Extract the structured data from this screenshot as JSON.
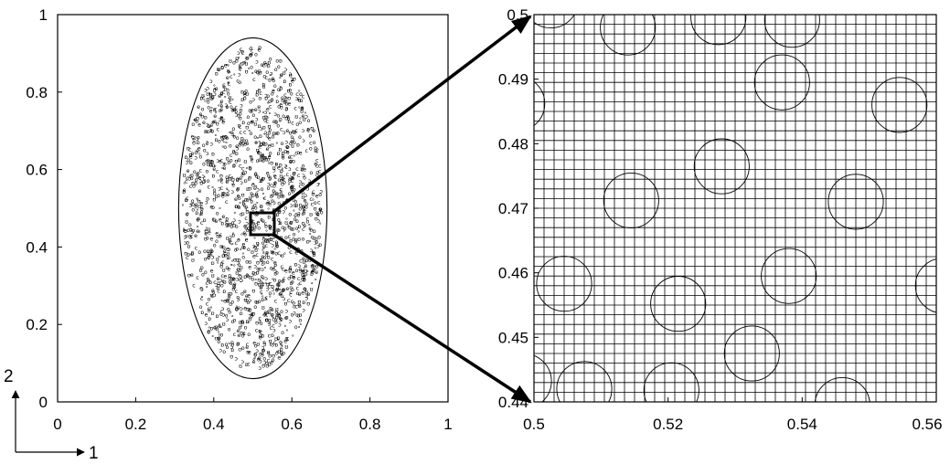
{
  "left_panel": {
    "xticks": [
      "0",
      "0.2",
      "0.4",
      "0.6",
      "0.8",
      "1"
    ],
    "yticks": [
      "0",
      "0.2",
      "0.4",
      "0.6",
      "0.8",
      "1"
    ],
    "xlim": [
      0,
      1
    ],
    "ylim": [
      0,
      1
    ],
    "ellipse": {
      "cx": 0.5,
      "cy": 0.5,
      "rx": 0.19,
      "ry": 0.44
    },
    "zoom_box": {
      "x0": 0.5,
      "x1": 0.56,
      "y0": 0.44,
      "y1": 0.5
    }
  },
  "right_panel": {
    "xticks": [
      "0.5",
      "0.52",
      "0.54",
      "0.56"
    ],
    "yticks": [
      "0.44",
      "0.45",
      "0.46",
      "0.47",
      "0.48",
      "0.49",
      "0.5"
    ],
    "xlim": [
      0.5,
      0.56
    ],
    "ylim": [
      0.44,
      0.5
    ],
    "grid_cells": 40,
    "inclusion_radius": 0.0041,
    "inclusions": [
      [
        0.5025,
        0.5022
      ],
      [
        0.514,
        0.498
      ],
      [
        0.5275,
        0.4996
      ],
      [
        0.5385,
        0.4992
      ],
      [
        0.4975,
        0.4862
      ],
      [
        0.537,
        0.4895
      ],
      [
        0.5545,
        0.486
      ],
      [
        0.528,
        0.4765
      ],
      [
        0.5145,
        0.4712
      ],
      [
        0.548,
        0.471
      ],
      [
        0.5045,
        0.4583
      ],
      [
        0.5215,
        0.4552
      ],
      [
        0.538,
        0.4595
      ],
      [
        0.561,
        0.458
      ],
      [
        0.4985,
        0.4432
      ],
      [
        0.5075,
        0.442
      ],
      [
        0.5205,
        0.4418
      ],
      [
        0.5325,
        0.4475
      ],
      [
        0.546,
        0.4395
      ]
    ]
  },
  "orientation": {
    "axis1_label": "1",
    "axis2_label": "2"
  }
}
